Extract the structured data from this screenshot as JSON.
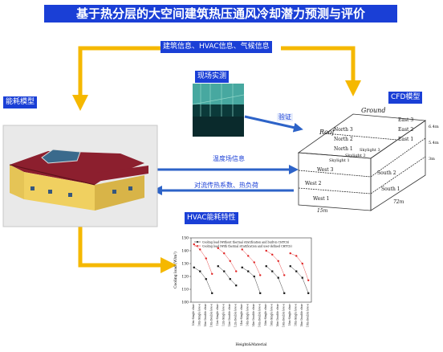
{
  "title": "基于热分层的大空间建筑热压通风冷却潜力预测与评价",
  "labels": {
    "inputs": "建筑信息、HVAC信息、气候信息",
    "site_test": "现场实测",
    "energy_model": "能耗模型",
    "cfd_model": "CFD模型",
    "hvac_energy": "HVAC能耗特性",
    "verify": "验证",
    "temperature_field": "温度场信息",
    "arrow_back": "对流传热系数、热负荷"
  },
  "colors": {
    "title_bg": "#1a3fd6",
    "arrow_yellow": "#f5b800",
    "arrow_blue": "#2d63c8"
  },
  "cfd": {
    "faces": {
      "roof": "Roof",
      "ground": "Ground"
    },
    "zones": [
      "North 3",
      "North 2",
      "North 1",
      "East 3",
      "East 2",
      "East 1",
      "West 1",
      "West 2",
      "West 3",
      "South 1",
      "South 2"
    ],
    "skylights": [
      "Skylight 1",
      "Skylight 2",
      "Skylight 3"
    ],
    "dims": [
      "15m",
      "72m",
      "6.4m",
      "5.4m",
      "3m"
    ]
  },
  "chart_data": {
    "type": "scatter",
    "title": "",
    "xlabel": "Height&Material",
    "ylabel": "Cooling load (W/m²)",
    "ylim": [
      100,
      150
    ],
    "yticks": [
      100,
      110,
      120,
      130,
      140,
      150
    ],
    "categories": [
      "10m-Single clear",
      "10m-Single low-e",
      "10m-Double clear",
      "10m-Double low-e",
      "12m-Single clear",
      "12m-Single low-e",
      "12m-Double clear",
      "12m-Double low-e",
      "14m-Single clear",
      "14m-Single low-e",
      "14m-Double clear",
      "14m-Double low-e",
      "16m-Single clear",
      "16m-Single low-e",
      "16m-Double clear",
      "16m-Double low-e",
      "18m-Single clear",
      "18m-Single low-e",
      "18m-Double clear",
      "18m-Double low-e"
    ],
    "series": [
      {
        "name": "Cooling load (Without thermal stratification and built-in CHTCS)",
        "color": "#111111",
        "values": [
          127,
          124,
          118,
          107,
          128,
          124,
          118,
          113,
          127,
          124,
          120,
          107,
          128,
          124,
          119,
          107,
          128,
          124,
          119,
          107
        ]
      },
      {
        "name": "Cooling load (With thermal stratification and user-defined CHTCS)",
        "color": "#e02020",
        "values": [
          145,
          141,
          134,
          122,
          142,
          138,
          132,
          124,
          141,
          136,
          131,
          121,
          140,
          137,
          132,
          121,
          138,
          136,
          130,
          117
        ]
      }
    ]
  }
}
